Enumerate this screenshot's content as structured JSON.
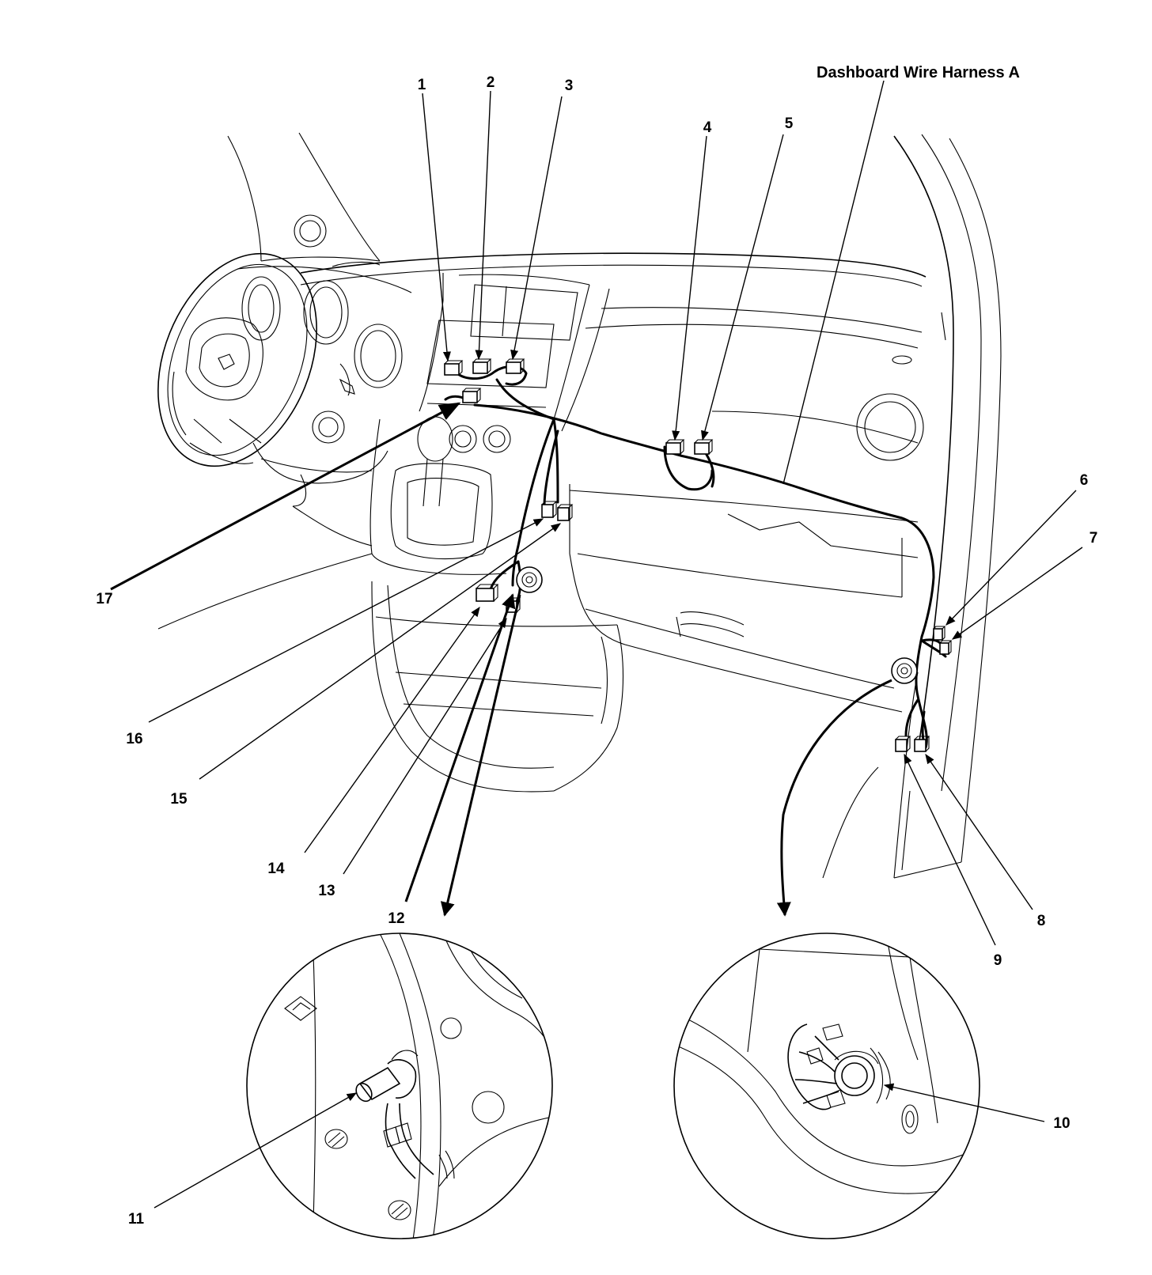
{
  "title": "Dashboard Wire Harness A",
  "callouts": [
    {
      "id": "c1",
      "text": "1"
    },
    {
      "id": "c2",
      "text": "2"
    },
    {
      "id": "c3",
      "text": "3"
    },
    {
      "id": "c4",
      "text": "4"
    },
    {
      "id": "c5",
      "text": "5"
    },
    {
      "id": "c6",
      "text": "6"
    },
    {
      "id": "c7",
      "text": "7"
    },
    {
      "id": "c8",
      "text": "8"
    },
    {
      "id": "c9",
      "text": "9"
    },
    {
      "id": "c10",
      "text": "10"
    },
    {
      "id": "c11",
      "text": "11"
    },
    {
      "id": "c12",
      "text": "12"
    },
    {
      "id": "c13",
      "text": "13"
    },
    {
      "id": "c14",
      "text": "14"
    },
    {
      "id": "c15",
      "text": "15"
    },
    {
      "id": "c16",
      "text": "16"
    },
    {
      "id": "c17",
      "text": "17"
    }
  ],
  "colors": {
    "line": "#000000",
    "background": "#ffffff"
  }
}
